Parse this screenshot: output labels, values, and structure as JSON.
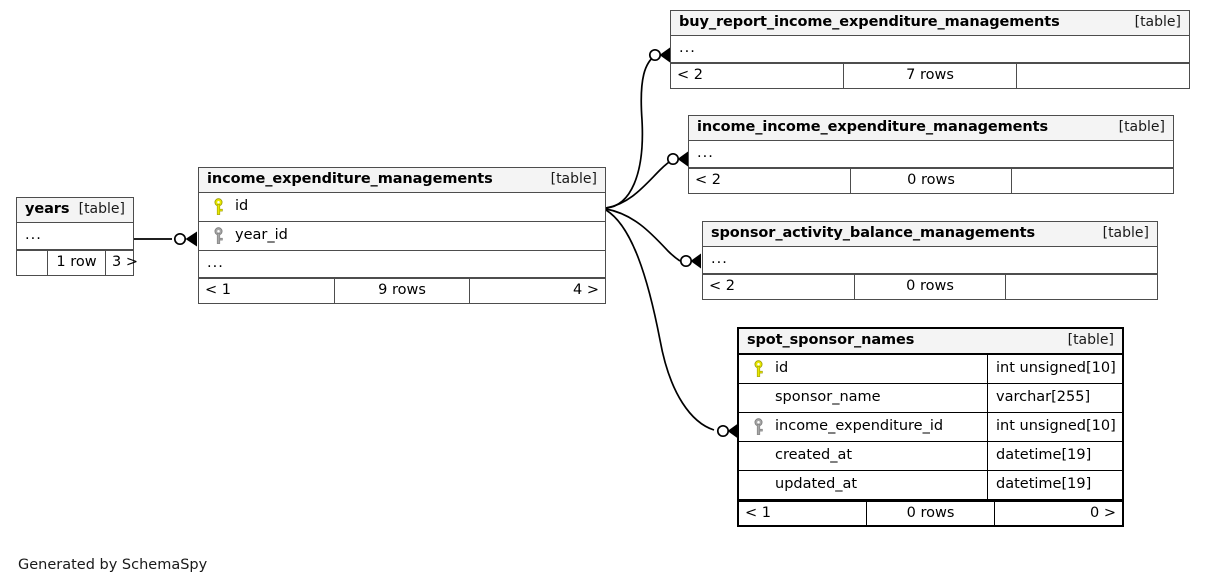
{
  "diagram": {
    "generator_credit": "Generated by SchemaSpy",
    "table_tag": "[table]",
    "ellipsis": "...",
    "colors": {
      "background": "#ffffff",
      "table_border": "#4d4d4d",
      "focus_table_border": "#000000",
      "header_fill": "#f4f4f4",
      "primary_key_icon": "#e8e800",
      "foreign_key_icon": "#a6a6a6",
      "text": "#000000"
    }
  },
  "tables": [
    {
      "id": "years",
      "name": "years",
      "tag": "[table]",
      "focus": false,
      "ellipsis": "...",
      "columns": [],
      "footer": [
        "",
        "1 row",
        "3 >"
      ]
    },
    {
      "id": "income_expenditure_managements",
      "name": "income_expenditure_managements",
      "tag": "[table]",
      "focus": false,
      "ellipsis": "...",
      "columns": [
        {
          "key": "primary",
          "name": "id",
          "type": ""
        },
        {
          "key": "foreign",
          "name": "year_id",
          "type": ""
        }
      ],
      "footer": [
        "< 1",
        "9 rows",
        "4 >"
      ]
    },
    {
      "id": "buy_report_income_expenditure_managements",
      "name": "buy_report_income_expenditure_managements",
      "tag": "[table]",
      "focus": false,
      "ellipsis": "...",
      "columns": [],
      "footer": [
        "< 2",
        "7 rows",
        ""
      ]
    },
    {
      "id": "income_income_expenditure_managements",
      "name": "income_income_expenditure_managements",
      "tag": "[table]",
      "focus": false,
      "ellipsis": "...",
      "columns": [],
      "footer": [
        "< 2",
        "0 rows",
        ""
      ]
    },
    {
      "id": "sponsor_activity_balance_managements",
      "name": "sponsor_activity_balance_managements",
      "tag": "[table]",
      "focus": false,
      "ellipsis": "...",
      "columns": [],
      "footer": [
        "< 2",
        "0 rows",
        ""
      ]
    },
    {
      "id": "spot_sponsor_names",
      "name": "spot_sponsor_names",
      "tag": "[table]",
      "focus": true,
      "ellipsis": "",
      "columns": [
        {
          "key": "primary",
          "name": "id",
          "type": "int unsigned[10]"
        },
        {
          "key": "none",
          "name": "sponsor_name",
          "type": "varchar[255]"
        },
        {
          "key": "foreign",
          "name": "income_expenditure_id",
          "type": "int unsigned[10]"
        },
        {
          "key": "none",
          "name": "created_at",
          "type": "datetime[19]"
        },
        {
          "key": "none",
          "name": "updated_at",
          "type": "datetime[19]"
        }
      ],
      "footer": [
        "< 1",
        "0 rows",
        "0 >"
      ]
    }
  ],
  "relationships": [
    {
      "from": "years",
      "to": "income_expenditure_managements"
    },
    {
      "from": "income_expenditure_managements",
      "to": "buy_report_income_expenditure_managements"
    },
    {
      "from": "income_expenditure_managements",
      "to": "income_income_expenditure_managements"
    },
    {
      "from": "income_expenditure_managements",
      "to": "sponsor_activity_balance_managements"
    },
    {
      "from": "income_expenditure_managements",
      "to": "spot_sponsor_names"
    }
  ]
}
